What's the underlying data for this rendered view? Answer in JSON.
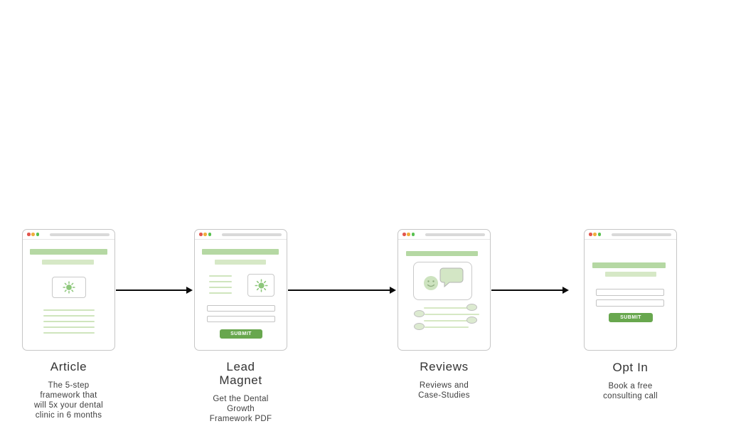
{
  "diagram": {
    "name": "dental-clinic-marketing-funnel",
    "steps": [
      {
        "id": "article",
        "title": "Article",
        "description": "The 5-step\nframework that\nwill 5x your dental\nclinic in 6 months",
        "window_elements": [
          "traffic-lights",
          "url-bar",
          "headline-bar",
          "subheadline-bar",
          "image-with-sun-icon",
          "five-text-lines"
        ]
      },
      {
        "id": "lead-magnet",
        "title": "Lead\nMagnet",
        "description": "Get the Dental\nGrowth\nFramework PDF",
        "submit_label": "SUBMIT",
        "window_elements": [
          "traffic-lights",
          "url-bar",
          "headline-bar",
          "subheadline-bar",
          "four-text-lines",
          "image-with-sun-icon",
          "two-form-inputs",
          "submit-button"
        ]
      },
      {
        "id": "reviews",
        "title": "Reviews",
        "description": "Reviews and\nCase-Studies",
        "window_elements": [
          "traffic-lights",
          "url-bar",
          "headline-bar",
          "testimonial-card-smiley-and-speech-bubble",
          "four-chat-rows"
        ]
      },
      {
        "id": "opt-in",
        "title": "Opt In",
        "description": "Book a free\nconsulting call",
        "submit_label": "SUBMIT",
        "window_elements": [
          "traffic-lights",
          "url-bar",
          "headline-bar",
          "subheadline-bar",
          "two-form-inputs",
          "submit-button"
        ]
      }
    ],
    "icons": {
      "traffic_lights": [
        "close-dot",
        "minimize-dot",
        "maximize-dot"
      ],
      "sun": "sun-icon",
      "smiley": "smiley-face-icon",
      "speech_bubble": "speech-bubble-icon"
    },
    "colors": {
      "headline_bar": "#b5d8a3",
      "subheadline_bar": "#d6e8c6",
      "text_line": "#cfe5bd",
      "sun_icon": "#8dc77b",
      "submit_button": "#68a74e",
      "dot_red": "#e2564d",
      "dot_yellow": "#f0ad3d",
      "dot_green": "#58c150",
      "window_border": "#c6c6c6",
      "url_bar": "#d9d9d9",
      "arrow": "#0a0a0a",
      "label_text": "#3a3a3a"
    }
  }
}
